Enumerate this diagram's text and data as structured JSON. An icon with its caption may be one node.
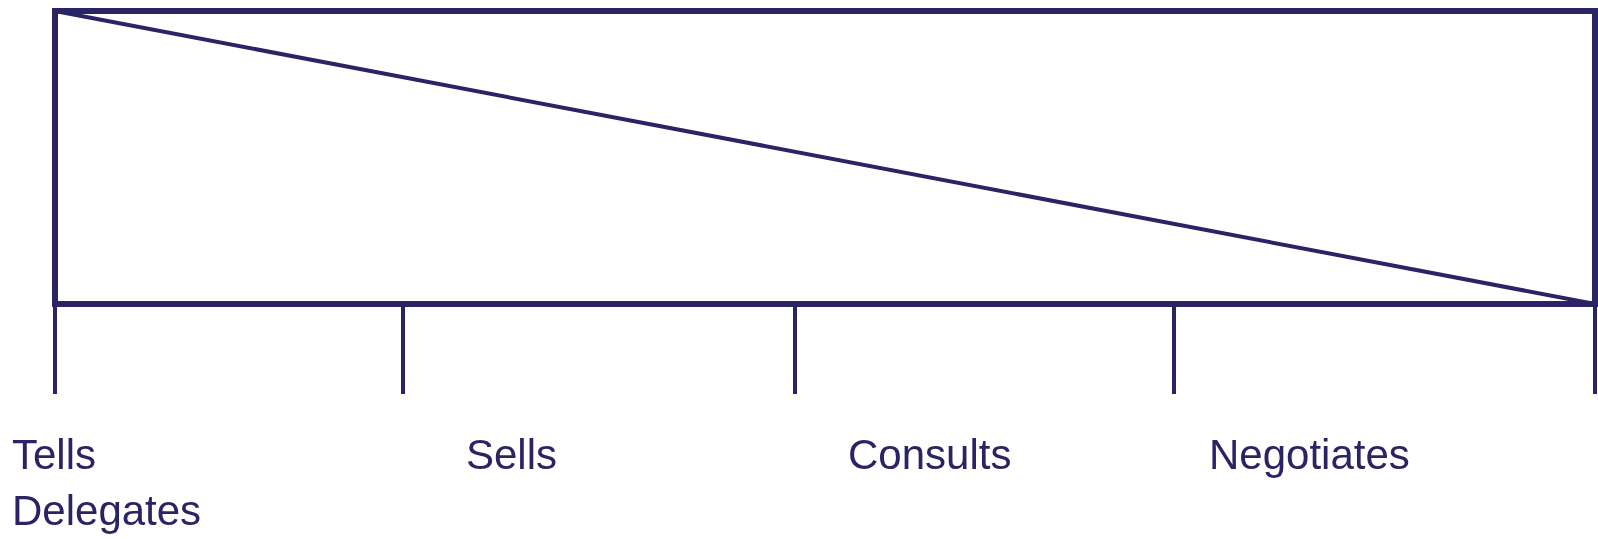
{
  "diagram": {
    "labels": [
      "Tells",
      "Sells",
      "Consults",
      "Negotiates",
      "Delegates"
    ]
  }
}
